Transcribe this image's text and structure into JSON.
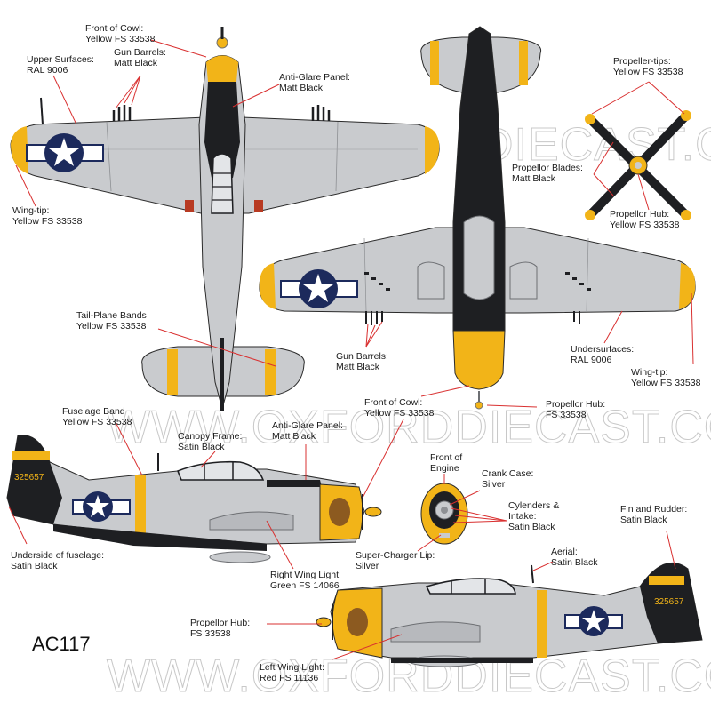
{
  "watermark_text": "WWW.OXFORDDIECAST.CO.UK",
  "watermark_short": "DIECAST.CO.UK",
  "model_code": "AC117",
  "tail_serial": "325657",
  "colors": {
    "silver": "#c9cbce",
    "yellow": "#f2b418",
    "black": "#1e1f22",
    "blue": "#1c2a5c",
    "red_light": "#c0392b",
    "leader": "#d93030"
  },
  "labels": {
    "front_of_cowl_top": [
      "Front of Cowl:",
      "Yellow FS 33538"
    ],
    "upper_surfaces": [
      "Upper Surfaces:",
      "RAL 9006"
    ],
    "gun_barrels_top": [
      "Gun Barrels:",
      "Matt Black"
    ],
    "anti_glare_top": [
      "Anti-Glare Panel:",
      "Matt Black"
    ],
    "wing_tip_left": [
      "Wing-tip:",
      "Yellow FS 33538"
    ],
    "tail_plane_bands": [
      "Tail-Plane Bands",
      "Yellow FS 33538"
    ],
    "propeller_tips": [
      "Propeller-tips:",
      "Yellow FS 33538"
    ],
    "propellor_blades": [
      "Propellor Blades:",
      "Matt Black"
    ],
    "propellor_hub_top": [
      "Propellor Hub:",
      "Yellow FS 33538"
    ],
    "gun_barrels_bottom": [
      "Gun Barrels:",
      "Matt Black"
    ],
    "undersurfaces": [
      "Undersurfaces:",
      "RAL 9006"
    ],
    "wing_tip_right": [
      "Wing-tip:",
      "Yellow FS 33538"
    ],
    "front_of_cowl_mid": [
      "Front of Cowl:",
      "Yellow FS 33538"
    ],
    "propellor_hub_mid": [
      "Propellor Hub:",
      "FS 33538"
    ],
    "fuselage_band": [
      "Fuselage Band",
      "Yellow FS 33538"
    ],
    "canopy_frame": [
      "Canopy Frame:",
      "Satin Black"
    ],
    "anti_glare_side": [
      "Anti-Glare Panel:",
      "Matt Black"
    ],
    "front_of_engine": [
      "Front of",
      "Engine"
    ],
    "crank_case": [
      "Crank Case:",
      "Silver"
    ],
    "cylinders_intake": [
      "Cylenders &",
      "Intake:",
      "Satin Black"
    ],
    "super_charger_lip": [
      "Super-Charger Lip:",
      "Silver"
    ],
    "underside_fuselage": [
      "Underside of fuselage:",
      "Satin Black"
    ],
    "right_wing_light": [
      "Right Wing Light:",
      "Green FS 14066"
    ],
    "fin_and_rudder": [
      "Fin and Rudder:",
      "Satin Black"
    ],
    "aerial": [
      "Aerial:",
      "Satin Black"
    ],
    "propellor_hub_bottom": [
      "Propellor Hub:",
      "FS 33538"
    ],
    "left_wing_light": [
      "Left Wing Light:",
      "Red FS 11136"
    ]
  }
}
